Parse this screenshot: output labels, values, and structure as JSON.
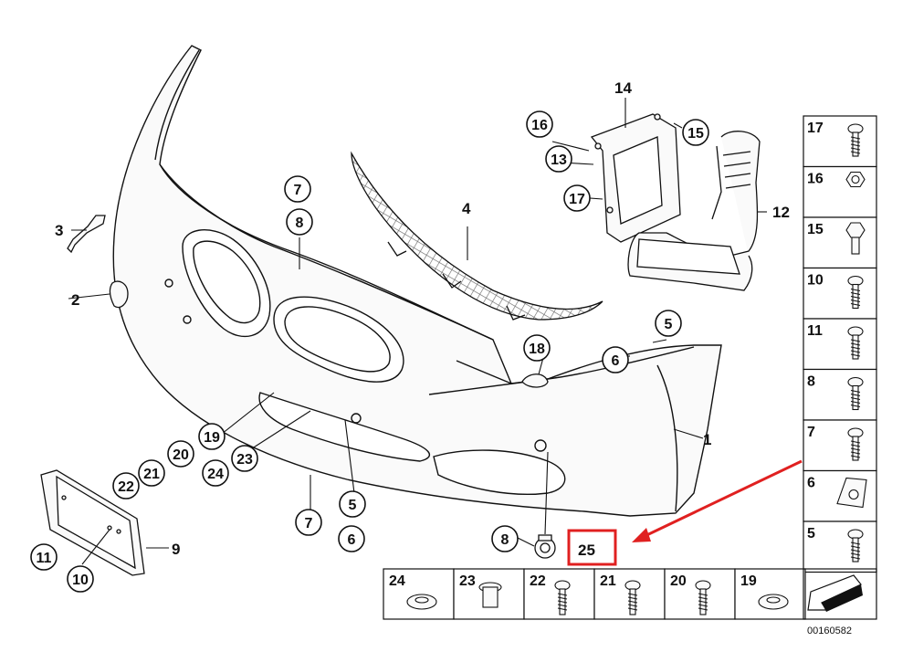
{
  "diagram_number": "00160582",
  "highlight_label": "25",
  "plain_labels": [
    "1",
    "2",
    "3",
    "4",
    "9",
    "12",
    "14"
  ],
  "circled_labels": [
    "5",
    "5",
    "6",
    "6",
    "7",
    "7",
    "8",
    "8",
    "8",
    "10",
    "11",
    "13",
    "15",
    "16",
    "17",
    "18",
    "19",
    "20",
    "21",
    "22",
    "23",
    "24"
  ],
  "side_panel": [
    "17",
    "16",
    "15",
    "10",
    "11",
    "8",
    "7",
    "6",
    "5"
  ],
  "bottom_panel": [
    "24",
    "23",
    "22",
    "21",
    "20",
    "19"
  ],
  "colors": {
    "highlight": "#e02020",
    "arrow": "#e02020",
    "line": "#111111",
    "part_fill": "#f2f2f2"
  }
}
